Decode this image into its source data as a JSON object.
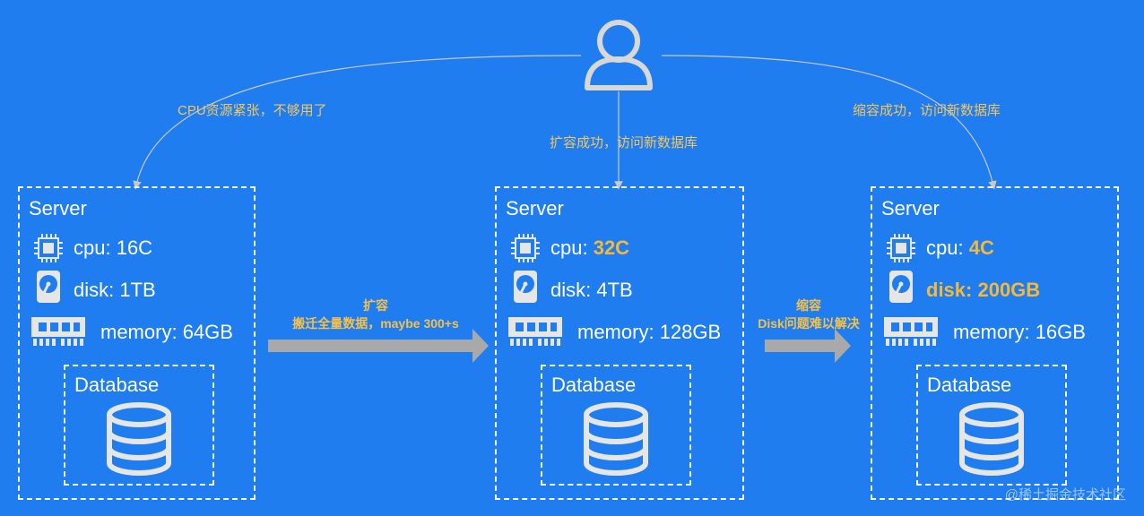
{
  "colors": {
    "background": "#1f7df0",
    "highlight": "#f5b939",
    "annotation": "#f5c65a",
    "arrow_gray": "#a9a9a9",
    "line_gray": "#c8c8c8"
  },
  "user_icon": "user-icon",
  "annotations": {
    "left": "CPU资源紧张，不够用了",
    "middle": "扩容成功，访问新数据库",
    "right": "缩容成功，访问新数据库"
  },
  "flows": {
    "expand": {
      "line1": "扩容",
      "line2": "搬迁全量数据，maybe 300+s"
    },
    "shrink": {
      "line1": "缩容",
      "line2": "Disk问题难以解决"
    }
  },
  "servers": [
    {
      "title": "Server",
      "cpu_label": "cpu: ",
      "cpu_value": "16C",
      "disk_label": "disk: ",
      "disk_value": "1TB",
      "memory_label": "memory: ",
      "memory_value": "64GB",
      "database": "Database"
    },
    {
      "title": "Server",
      "cpu_label": "cpu: ",
      "cpu_value": "32C",
      "disk_label": "disk: ",
      "disk_value": "4TB",
      "memory_label": "memory: ",
      "memory_value": "128GB",
      "database": "Database"
    },
    {
      "title": "Server",
      "cpu_label": "cpu: ",
      "cpu_value": "4C",
      "disk_label": "disk: ",
      "disk_value": "200GB",
      "memory_label": "memory: ",
      "memory_value": "16GB",
      "database": "Database"
    }
  ],
  "watermark": "@稀土掘金技术社区"
}
